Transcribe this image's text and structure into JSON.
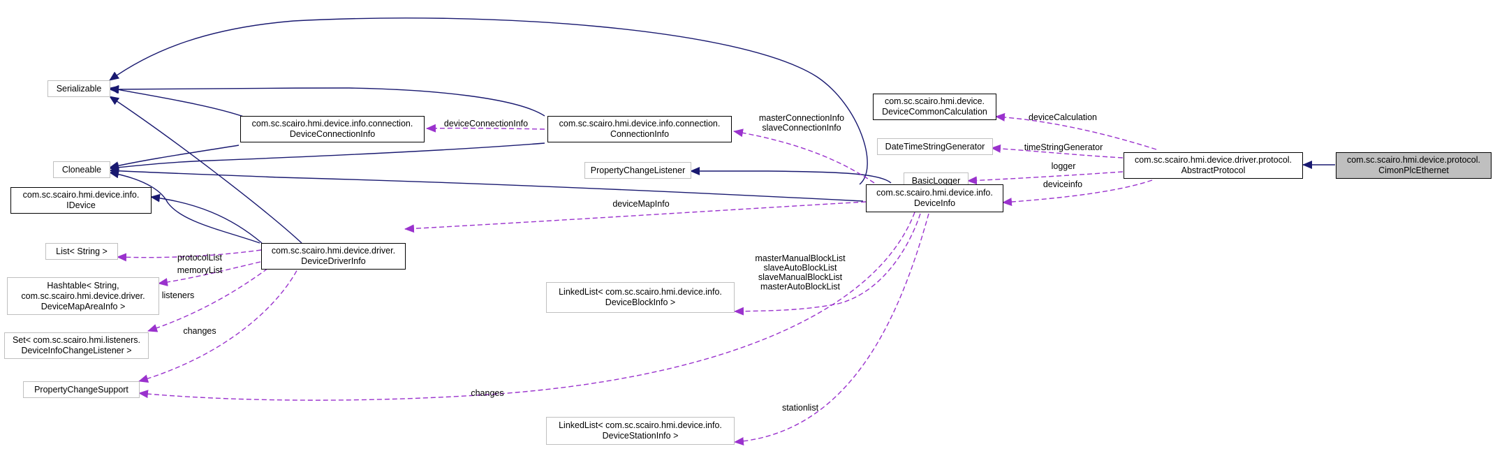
{
  "colors": {
    "inheritance": "#191970",
    "usage": "#9a32cd",
    "external_border": "#bfbfbf",
    "focus_fill": "#bfbfbf"
  },
  "nodes": {
    "serializable": [
      "Serializable"
    ],
    "cloneable": [
      "Cloneable"
    ],
    "idevice": [
      "com.sc.scairo.hmi.device.info.",
      "IDevice"
    ],
    "list_string": [
      "List< String >"
    ],
    "hashtable": [
      "Hashtable< String,",
      "com.sc.scairo.hmi.device.driver.",
      "DeviceMapAreaInfo >"
    ],
    "set_listener": [
      "Set< com.sc.scairo.hmi.listeners.",
      "DeviceInfoChangeListener >"
    ],
    "pcs": [
      "PropertyChangeSupport"
    ],
    "device_connection_info": [
      "com.sc.scairo.hmi.device.info.connection.",
      "DeviceConnectionInfo"
    ],
    "device_driver_info": [
      "com.sc.scairo.hmi.device.driver.",
      "DeviceDriverInfo"
    ],
    "connection_info": [
      "com.sc.scairo.hmi.device.info.connection.",
      "ConnectionInfo"
    ],
    "pcl": [
      "PropertyChangeListener"
    ],
    "block_list": [
      "LinkedList< com.sc.scairo.hmi.device.info.",
      "DeviceBlockInfo >"
    ],
    "station_list": [
      "LinkedList< com.sc.scairo.hmi.device.info.",
      "DeviceStationInfo >"
    ],
    "device_calc": [
      "com.sc.scairo.hmi.device.",
      "DeviceCommonCalculation"
    ],
    "datetime_gen": [
      "DateTimeStringGenerator"
    ],
    "basic_logger": [
      "BasicLogger"
    ],
    "device_info": [
      "com.sc.scairo.hmi.device.info.",
      "DeviceInfo"
    ],
    "abstract_protocol": [
      "com.sc.scairo.hmi.device.driver.protocol.",
      "AbstractProtocol"
    ],
    "cimon": [
      "com.sc.scairo.hmi.device.protocol.",
      "CimonPlcEthernet"
    ]
  },
  "edge_labels": {
    "device_connection_info": [
      "deviceConnectionInfo"
    ],
    "master_slave_connection": [
      "masterConnectionInfo",
      "slaveConnectionInfo"
    ],
    "device_calculation": [
      "deviceCalculation"
    ],
    "time_string_generator": [
      "timeStringGenerator"
    ],
    "logger": [
      "logger"
    ],
    "deviceinfo": [
      "deviceinfo"
    ],
    "device_map_info": [
      "deviceMapInfo"
    ],
    "protocol_list": [
      "protocolList"
    ],
    "memory_list": [
      "memoryList"
    ],
    "listeners": [
      "listeners"
    ],
    "changes_driver": [
      "changes"
    ],
    "changes_info": [
      "changes"
    ],
    "block_lists": [
      "masterManualBlockList",
      "slaveAutoBlockList",
      "slaveManualBlockList",
      "masterAutoBlockList"
    ],
    "stationlist": [
      "stationlist"
    ]
  }
}
